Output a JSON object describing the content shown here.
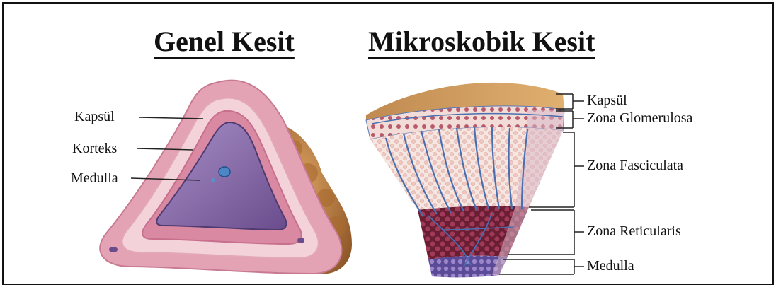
{
  "titles": {
    "left": "Genel Kesit",
    "right": "Mikroskobik Kesit"
  },
  "left_labels": {
    "capsule": "Kapsül",
    "cortex": "Korteks",
    "medulla": "Medulla"
  },
  "right_labels": {
    "capsule": "Kapsül",
    "glomerulosa": "Zona Glomerulosa",
    "fasciculata": "Zona Fasciculata",
    "reticularis": "Zona Reticularis",
    "medulla": "Medulla"
  },
  "colors": {
    "fat": "#b9783a",
    "capsule_pink": "#e8a8b8",
    "cortex_pink": "#f2cfd6",
    "medulla_purple": "#8a6aa8",
    "vessel_blue": "#4a6fb0",
    "reticularis_red": "#8a2c48",
    "glomerulosa_red": "#b85a6a",
    "medulla_violet": "#6a5aa8"
  }
}
